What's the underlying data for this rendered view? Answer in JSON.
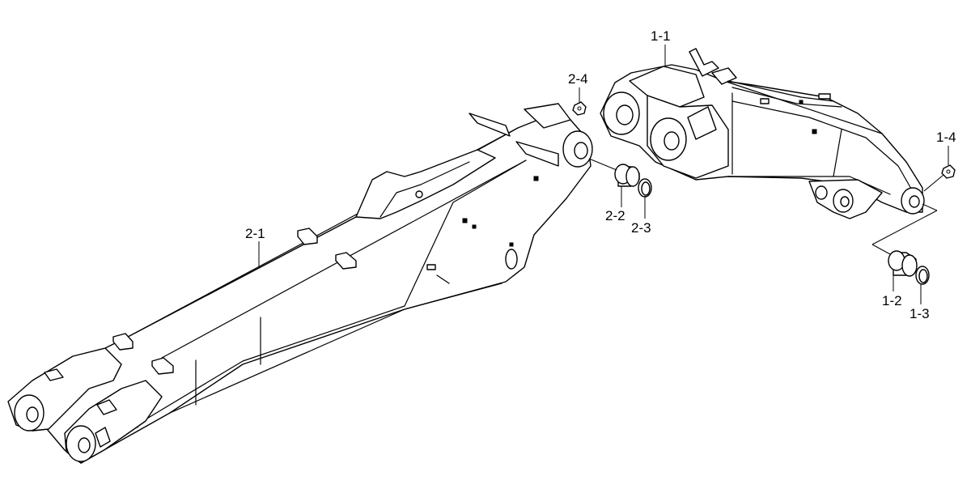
{
  "labels": {
    "1-1": "1-1",
    "1-2": "1-2",
    "1-3": "1-3",
    "1-4": "1-4",
    "2-1": "2-1",
    "2-2": "2-2",
    "2-3": "2-3",
    "2-4": "2-4"
  },
  "colors": {
    "line": "#000000",
    "background": "#ffffff"
  }
}
